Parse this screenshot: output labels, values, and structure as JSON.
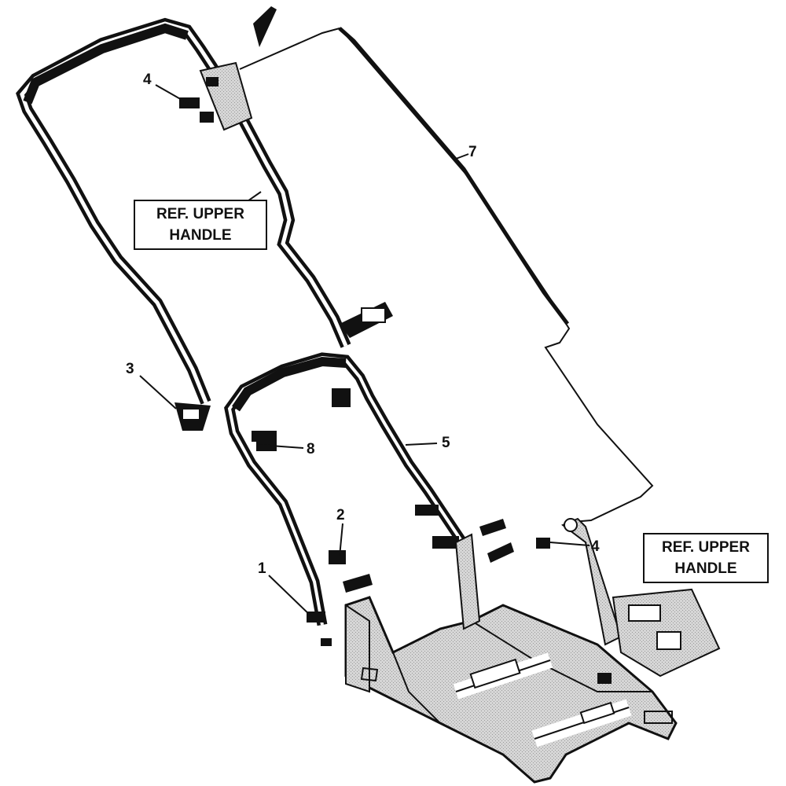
{
  "callouts": {
    "c1": "1",
    "c2": "2",
    "c3": "3",
    "c4a": "4",
    "c4b": "4",
    "c5": "5",
    "c7": "7",
    "c8": "8"
  },
  "ref_boxes": {
    "left": {
      "line1": "REF. UPPER",
      "line2": "HANDLE"
    },
    "right": {
      "line1": "REF. UPPER",
      "line2": "HANDLE"
    }
  }
}
